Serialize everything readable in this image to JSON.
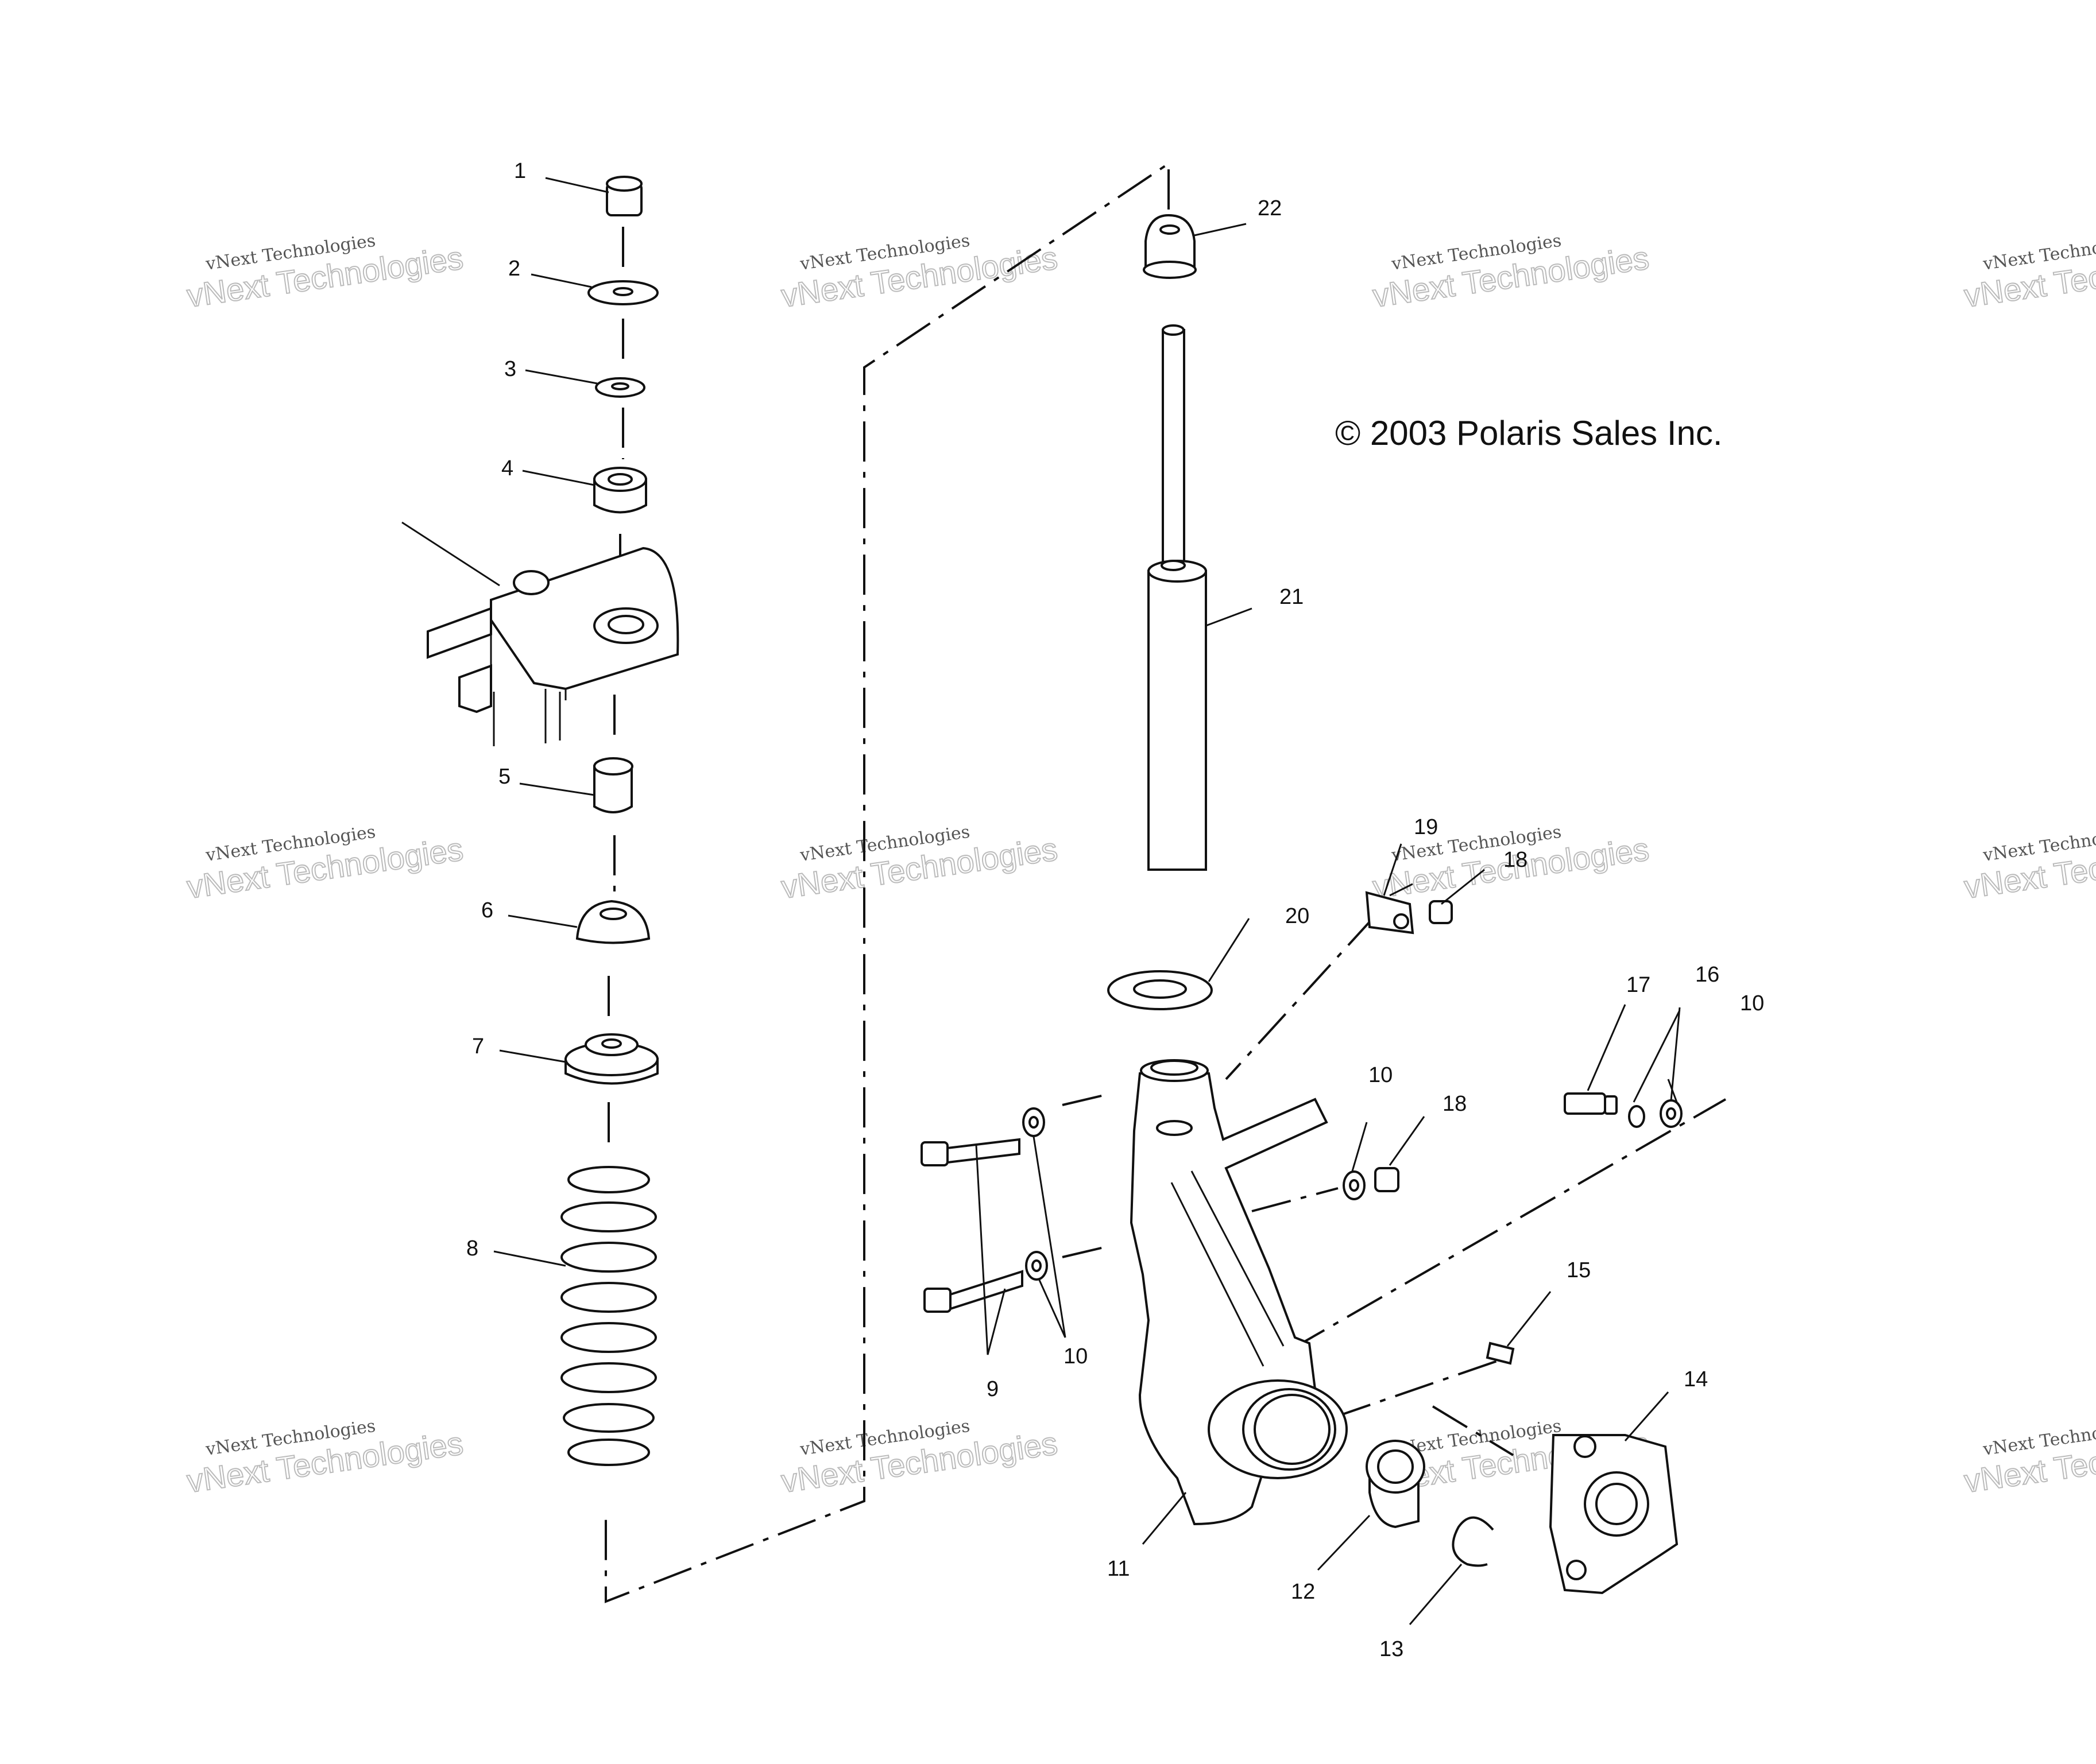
{
  "copyright": "© 2003 Polaris Sales Inc.",
  "watermark": {
    "line1": "vNext Technologies",
    "line2": "vNext Technologies"
  },
  "callouts": {
    "c1": "1",
    "c2": "2",
    "c3": "3",
    "c4": "4",
    "c5": "5",
    "c6": "6",
    "c7": "7",
    "c8": "8",
    "c9": "9",
    "c10a": "10",
    "c10b": "10",
    "c10c": "10",
    "c11": "11",
    "c12": "12",
    "c13": "13",
    "c14": "14",
    "c15": "15",
    "c16": "16",
    "c17": "17",
    "c18a": "18",
    "c18b": "18",
    "c19": "19",
    "c20": "20",
    "c21": "21",
    "c22": "22"
  }
}
